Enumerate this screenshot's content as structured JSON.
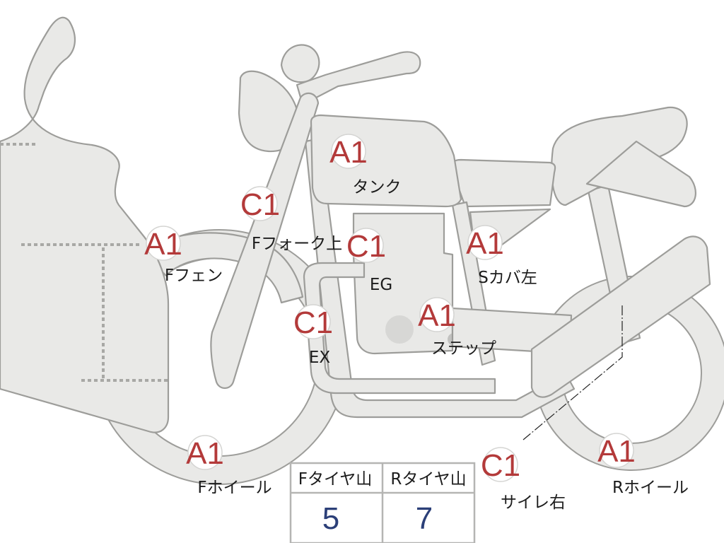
{
  "colors": {
    "part_fill": "#e9e9e7",
    "part_stroke": "#9d9d9a",
    "grade_text": "#b33a3a",
    "tyre_value": "#2b3f78",
    "table_border": "#b5b5b3"
  },
  "markers": {
    "tank": {
      "grade": "A1",
      "label": "タンク"
    },
    "ffork": {
      "grade": "C1",
      "label": "Fフォーク上"
    },
    "ffender": {
      "grade": "A1",
      "label": "Fフェン"
    },
    "engine": {
      "grade": "C1",
      "label": "EG"
    },
    "scover_left": {
      "grade": "A1",
      "label": "Sカバ左"
    },
    "exhaust": {
      "grade": "C1",
      "label": "EX"
    },
    "step": {
      "grade": "A1",
      "label": "ステップ"
    },
    "fwheel": {
      "grade": "A1",
      "label": "Fホイール"
    },
    "muffler_right": {
      "grade": "C1",
      "label": "サイレ右"
    },
    "rwheel": {
      "grade": "A1",
      "label": "Rホイール"
    }
  },
  "tire_table": {
    "front_header": "Fタイヤ山",
    "rear_header": "Rタイヤ山",
    "front_value": "5",
    "rear_value": "7"
  }
}
